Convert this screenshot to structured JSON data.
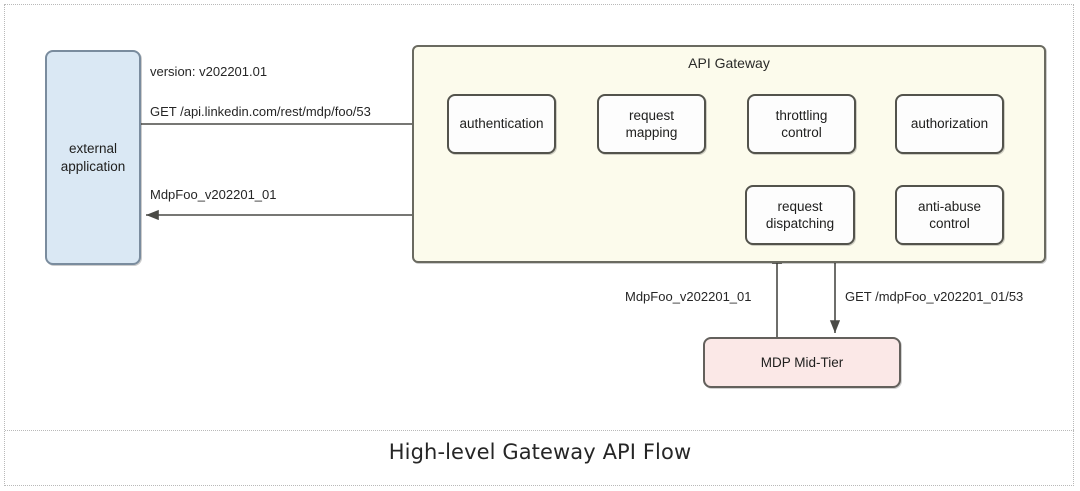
{
  "diagram": {
    "caption": "High-level Gateway API Flow",
    "nodes": {
      "external_application": {
        "label": "external\napplication",
        "fill": "#dae8f4",
        "stroke": "#7a8c9e"
      },
      "api_gateway": {
        "title": "API Gateway",
        "fill": "#fcfbec",
        "stroke": "#6a6a60"
      },
      "authentication": {
        "label": "authentication",
        "fill": "#fdfdfd",
        "stroke": "#53534c"
      },
      "request_mapping": {
        "label": "request\nmapping",
        "fill": "#fdfdfd",
        "stroke": "#53534c"
      },
      "throttling_control": {
        "label": "throttling\ncontrol",
        "fill": "#fdfdfd",
        "stroke": "#53534c"
      },
      "authorization": {
        "label": "authorization",
        "fill": "#fdfdfd",
        "stroke": "#53534c"
      },
      "anti_abuse_control": {
        "label": "anti-abuse\ncontrol",
        "fill": "#fdfdfd",
        "stroke": "#53534c"
      },
      "request_dispatching": {
        "label": "request\ndispatching",
        "fill": "#fdfdfd",
        "stroke": "#53534c"
      },
      "mdp_mid_tier": {
        "label": "MDP Mid-Tier",
        "fill": "#fbe8e7",
        "stroke": "#63605c"
      }
    },
    "edge_labels": {
      "version": "version: v202201.01",
      "inbound_request": "GET /api.linkedin.com/rest/mdp/foo/53",
      "outbound_response": "MdpFoo_v202201_01",
      "midtier_response": "MdpFoo_v202201_01",
      "midtier_request": "GET /mdpFoo_v202201_01/53"
    },
    "flow": [
      {
        "from": "external_application",
        "to": "authentication",
        "label": "GET /api.linkedin.com/rest/mdp/foo/53"
      },
      {
        "from": "authentication",
        "to": "request_mapping",
        "label": ""
      },
      {
        "from": "request_mapping",
        "to": "throttling_control",
        "label": ""
      },
      {
        "from": "throttling_control",
        "to": "authorization",
        "label": ""
      },
      {
        "from": "authorization",
        "to": "anti_abuse_control",
        "label": ""
      },
      {
        "from": "anti_abuse_control",
        "to": "request_dispatching",
        "label": ""
      },
      {
        "from": "request_dispatching",
        "to": "mdp_mid_tier",
        "label": "GET /mdpFoo_v202201_01/53"
      },
      {
        "from": "mdp_mid_tier",
        "to": "request_dispatching",
        "label": "MdpFoo_v202201_01"
      },
      {
        "from": "request_dispatching",
        "to": "external_application",
        "label": "MdpFoo_v202201_01"
      }
    ],
    "colors": {
      "line": "#4a4a46",
      "frame": "#b9b9b9",
      "text": "#262626"
    }
  }
}
